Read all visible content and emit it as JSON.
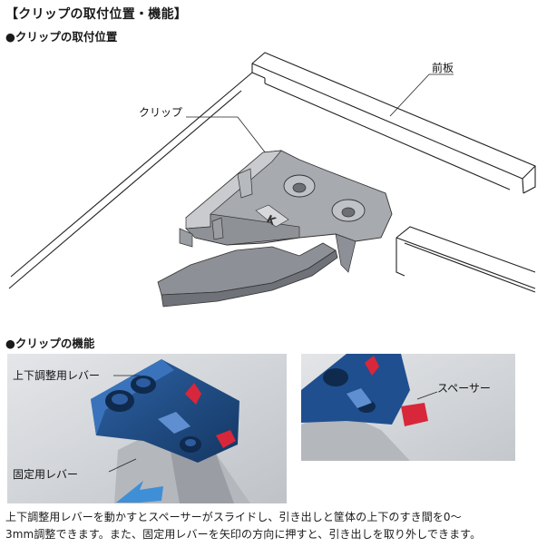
{
  "title": "【クリップの取付位置・機能】",
  "sections": {
    "position_heading": "●クリップの取付位置",
    "function_heading": "●クリップの機能"
  },
  "diagram_labels": {
    "front_panel": "前板",
    "clip": "クリップ"
  },
  "photo_labels": {
    "updown_lever": "上下調整用レバー",
    "fixing_lever": "固定用レバー",
    "spacer": "スペーサー"
  },
  "caption": {
    "line1": "上下調整用レバーを動かすとスペーサーがスライドし、引き出しと筐体の上下のすき間を0〜",
    "line2": "3mm調整できます。また、固定用レバーを矢印の方向に押すと、引き出しを取り外しできます。"
  },
  "colors": {
    "clip_blue": "#1f4f8f",
    "spacer_red": "#d8273a",
    "arrow_blue": "#3f8fd6",
    "photo_bg": "#cfd2d6"
  }
}
